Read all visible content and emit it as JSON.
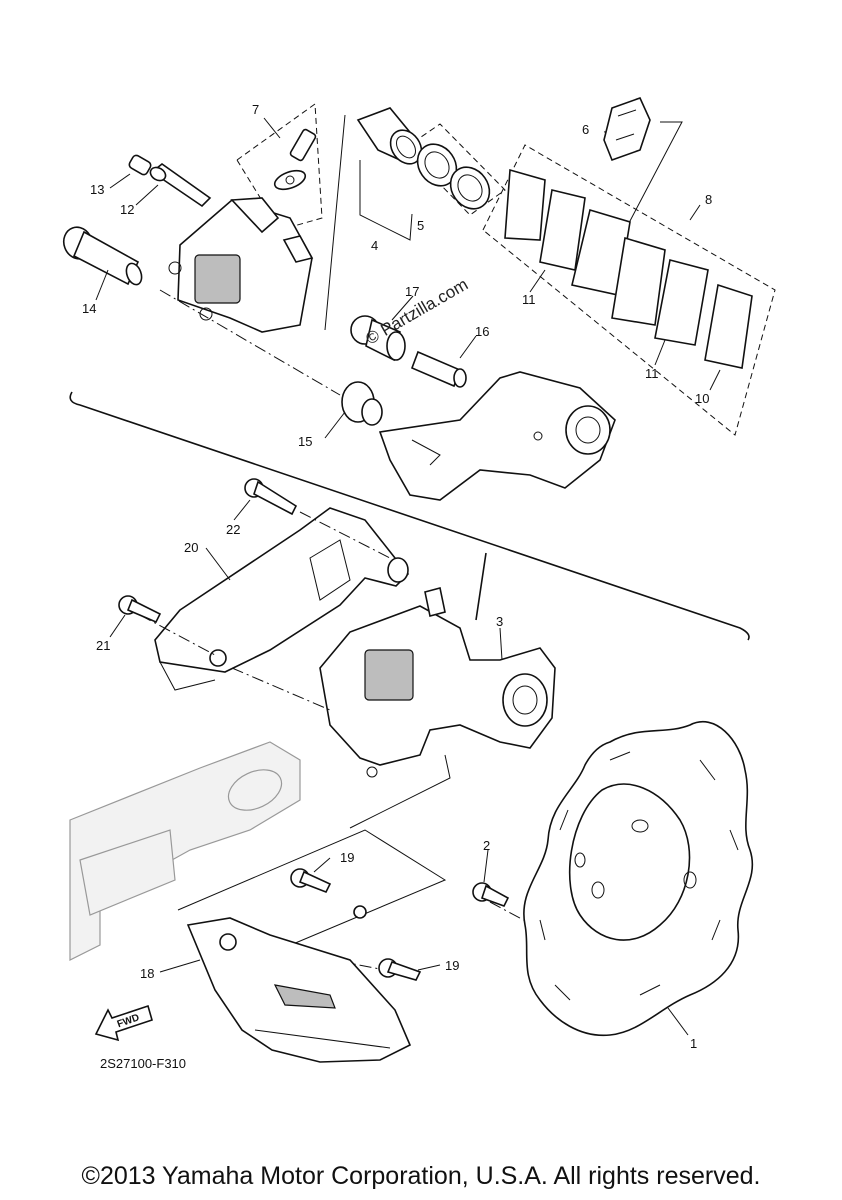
{
  "diagram": {
    "callouts": {
      "c1": "1",
      "c2": "2",
      "c3": "3",
      "c4": "4",
      "c5": "5",
      "c6": "6",
      "c7": "7",
      "c8": "8",
      "c10": "10",
      "c11a": "11",
      "c11b": "11",
      "c12": "12",
      "c13": "13",
      "c14": "14",
      "c15": "15",
      "c16": "16",
      "c17": "17",
      "c18": "18",
      "c19a": "19",
      "c19b": "19",
      "c20": "20",
      "c21": "21",
      "c22": "22"
    },
    "diagram_code": "2S27100-F310",
    "forward_label": "FWD",
    "watermark": "© Partzilla.com",
    "copyright": "©2013 Yamaha Motor Corporation, U.S.A. All rights reserved."
  }
}
